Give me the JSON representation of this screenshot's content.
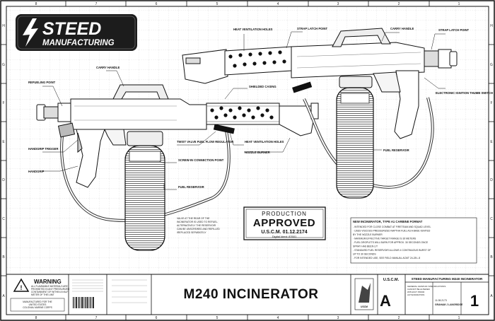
{
  "brand": {
    "line1": "STEED",
    "line2": "MANUFACTURING"
  },
  "border": {
    "columns_top": [
      "8",
      "7",
      "6",
      "5",
      "4",
      "3",
      "2",
      "1"
    ],
    "columns_bottom": [
      "8",
      "7",
      "6",
      "5",
      "4",
      "3",
      "2",
      "1"
    ],
    "rows_left": [
      "H",
      "G",
      "F",
      "E",
      "D",
      "C",
      "B",
      "A"
    ],
    "rows_right": [
      "H",
      "G",
      "F",
      "E",
      "D",
      "C",
      "B",
      "A"
    ]
  },
  "callouts": {
    "refueling_point": "REFUELING POINT",
    "carry_handle_left": "CARRY HANDLE",
    "shielded_casing": "SHIELDED CASING",
    "heat_vent_top": "HEAT VENTILATION HOLES",
    "strap_latch_point": "STRAP LATCH POINT",
    "carry_handle_right": "CARRY HANDLE",
    "strap_latch_point_right": "STRAP LATCH POINT",
    "electronic_ignition": "ELECTRONIC IGNITION THUMB SWITCH",
    "handgrip_trigger": "HANDGRIP TRIGGER",
    "handgrip": "HANDGRIP",
    "twist_valve": "TWIST VALVE FUEL FLOW REGULATOR",
    "heat_vent_bottom": "HEAT VENTILATION HOLES",
    "nozzle_burner": "NOZZLE BURNER",
    "screw_in_connection": "SCREW-IN CONNECTION POINT",
    "fuel_reservoir_left": "FUEL RESERVOIR",
    "fuel_reservoir_right": "FUEL RESERVOIR"
  },
  "valve_note": [
    "VALVE AT THE REAR OF THE",
    "INCINERATOR IS USED TO REFUEL.",
    "ALTERNATIVELY THE RESERVOIR",
    "CAN BE UNSCREWED AND REFILLED",
    "/REPLACED SEPARATELY"
  ],
  "stamp": {
    "line1": "PRODUCTION",
    "line2": "APPROVED",
    "line3": "U.S.C.M. 01.12.2174",
    "line4": "Digital Ident: 87601"
  },
  "spec_notes": {
    "title": "NEW INCINERATOR, TYPE A1 CARBINE FORMAT",
    "lines": [
      "- INTENDED FOR CLOSE COMBAT AT FIRETEAM AND SQUAD LEVEL",
      "- USES VISCOUS PRESSURIZED NAPTHA FUEL AS A BASE IGNITED",
      "  BY THE NOZZLE BURNER",
      "- MAXIMUM EFFECTIVE TARGET RANGE IS 30 METERS",
      "- FUEL DROPLETS WILL BURN FOR APPROX. 30 SECONDS ONCE",
      "  SPRAY HAS BEEN LIT",
      "- STANDARD FUEL RESERVOIR ALLOWS 4 CONTINUOUS BURST OF",
      "  UP TO 30 SECONDS",
      "- FOR INTENDED USE, SEE FIELD MANUAL ACMT 24-28 L.8"
    ]
  },
  "title_block": {
    "warning_title": "WARNING",
    "warning_text": [
      "ALL FLAMMABLE MATERIALS ARE",
      "PROHIBITED IN ANY PRESSURIZED",
      "CONTAINMENT OF WITHIN A HALF",
      "METER OF THIS UNIT"
    ],
    "manufacturer_note": [
      "MANUFACTURED FOR THE",
      "UNITED STATES",
      "COLONIAL MARINE CORPS"
    ],
    "product_title": "M240 INCINERATOR",
    "usmc_label": "U.S.C.M.",
    "header_right": "STEED MANUFACTURING M240 INCINERATOR",
    "size_letter": "A",
    "sheet_number": "1",
    "revision_name": "GRAHAM J LANGRIDGE",
    "revision_date": "11.08.2173",
    "fine_print": [
      "GENERAL GRAPHIC SPECIFICATIONS",
      "CANNOT BE ALTERED",
      "WITHOUT PRIOR",
      "AUTHORIZATION"
    ]
  },
  "colors": {
    "ink": "#111111",
    "grid": "#bdbdbd",
    "paper": "#ffffff",
    "panel": "#1c1c1c"
  }
}
